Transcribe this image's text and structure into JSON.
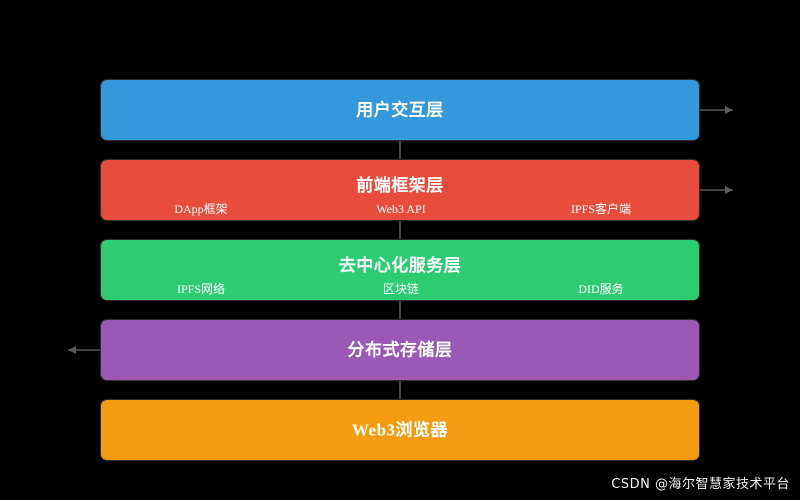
{
  "diagram": {
    "background_color": "#000000",
    "border_color": "#2b2b2b",
    "connector_color": "#5a5a5a",
    "layers": [
      {
        "title": "用户交互层",
        "color": "#3498db",
        "sublabels": []
      },
      {
        "title": "前端框架层",
        "color": "#e74c3c",
        "sublabels": [
          "DApp框架",
          "Web3 API",
          "IPFS客户端"
        ]
      },
      {
        "title": "去中心化服务层",
        "color": "#2ecc71",
        "sublabels": [
          "IPFS网络",
          "区块链",
          "DID服务"
        ]
      },
      {
        "title": "分布式存储层",
        "color": "#9b59b6",
        "sublabels": []
      },
      {
        "title": "Web3浏览器",
        "color": "#f39c12",
        "sublabels": []
      }
    ]
  },
  "watermark": {
    "text": "CSDN @海尔智慧家技术平台"
  }
}
